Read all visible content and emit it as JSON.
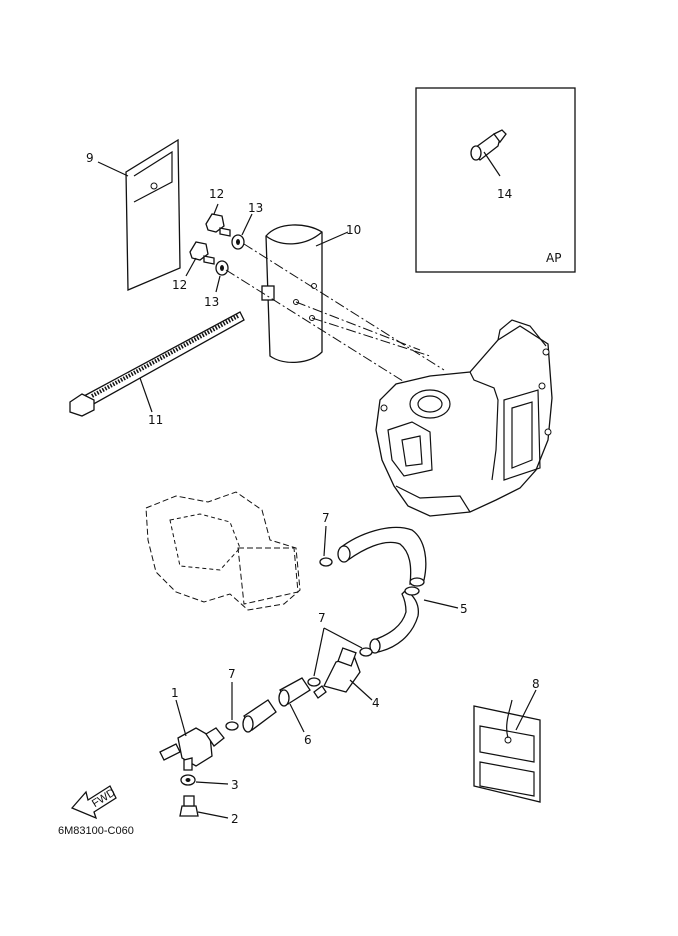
{
  "diagram": {
    "code": "6M83100-C060",
    "inset_tag": "AP",
    "fwd_label": "FWD",
    "callouts": {
      "c1": "1",
      "c2": "2",
      "c3": "3",
      "c4": "4",
      "c5": "5",
      "c6": "6",
      "c7a": "7",
      "c7b": "7",
      "c7c": "7",
      "c8": "8",
      "c9": "9",
      "c10": "10",
      "c11": "11",
      "c12a": "12",
      "c12b": "12",
      "c13a": "13",
      "c13b": "13",
      "c14": "14"
    }
  }
}
